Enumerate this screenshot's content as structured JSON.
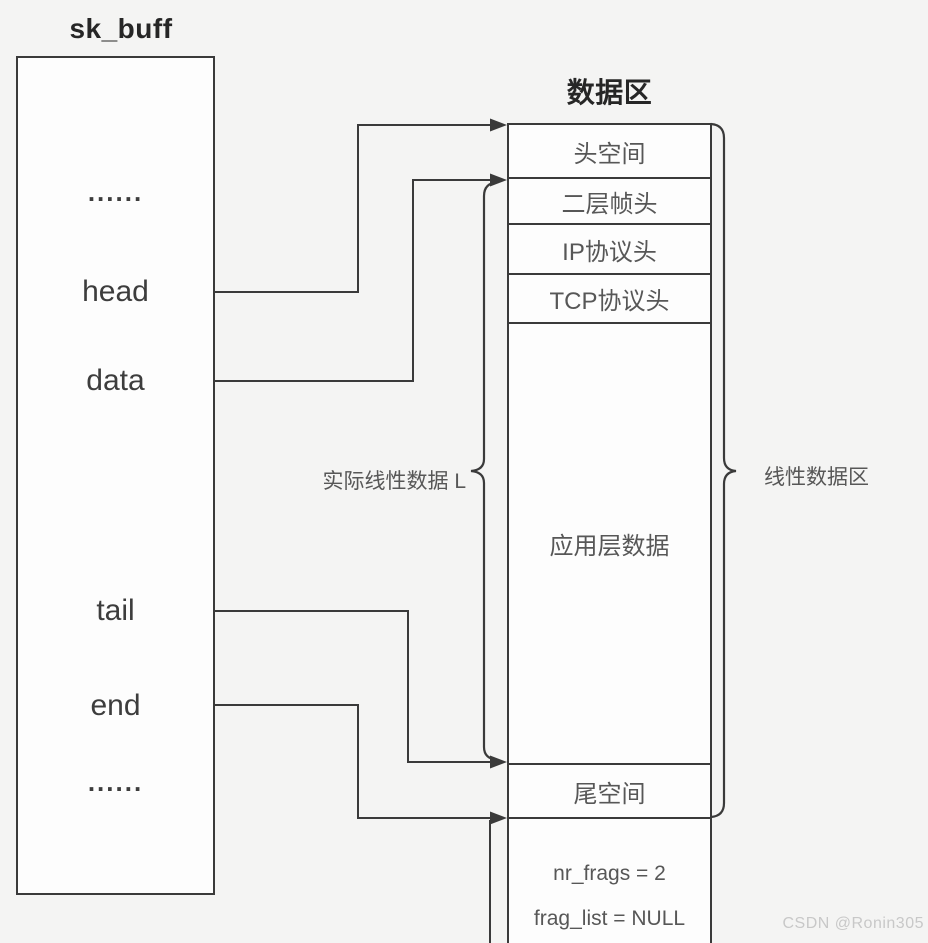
{
  "skbuff": {
    "title": "sk_buff",
    "fields": {
      "dots_top": "......",
      "head": "head",
      "data": "data",
      "tail": "tail",
      "end": "end",
      "dots_bottom": "......"
    }
  },
  "data_area": {
    "title": "数据区",
    "rows": {
      "head_space": "头空间",
      "l2_frame_header": "二层帧头",
      "ip_header": "IP协议头",
      "tcp_header": "TCP协议头",
      "app_data": "应用层数据",
      "tail_space": "尾空间"
    },
    "frags": {
      "nr_frags": "nr_frags = 2",
      "frag_list": "frag_list = NULL"
    }
  },
  "annotations": {
    "actual_linear_data": "实际线性数据 L",
    "linear_data_area": "线性数据区"
  },
  "watermark": "CSDN @Ronin305",
  "colors": {
    "bg": "#f4f4f3",
    "line": "#3a3a3a",
    "box_fill": "#fdfdfd",
    "title_text": "#262626",
    "field_text": "#3d3d3d",
    "row_text": "#575757",
    "watermark_text": "#c8c8c8"
  }
}
